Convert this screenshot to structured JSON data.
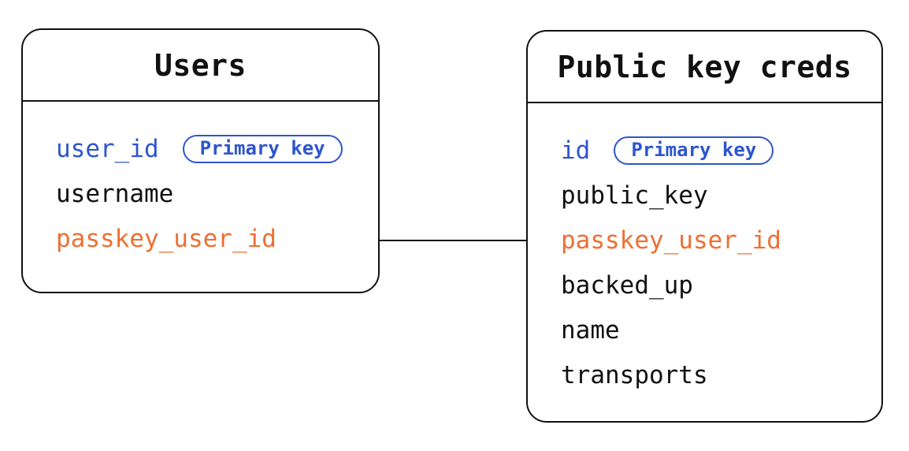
{
  "diagram": {
    "colors": {
      "primary_blue": "#2d55cd",
      "foreign_orange": "#ed6f33",
      "line_black": "#111111",
      "canvas_bg": "#ffffff"
    },
    "tables": [
      {
        "title": "Users",
        "fields": [
          {
            "name": "user_id",
            "role": "primary",
            "badge": "Primary key"
          },
          {
            "name": "username",
            "role": "normal"
          },
          {
            "name": "passkey_user_id",
            "role": "foreign"
          }
        ]
      },
      {
        "title": "Public key creds",
        "fields": [
          {
            "name": "id",
            "role": "primary",
            "badge": "Primary key"
          },
          {
            "name": "public_key",
            "role": "normal"
          },
          {
            "name": "passkey_user_id",
            "role": "foreign"
          },
          {
            "name": "backed_up",
            "role": "normal"
          },
          {
            "name": "name",
            "role": "normal"
          },
          {
            "name": "transports",
            "role": "normal"
          }
        ]
      }
    ],
    "relationship": {
      "connects": [
        "Users.passkey_user_id",
        "Public key creds.passkey_user_id"
      ],
      "style": "straight-line"
    }
  }
}
